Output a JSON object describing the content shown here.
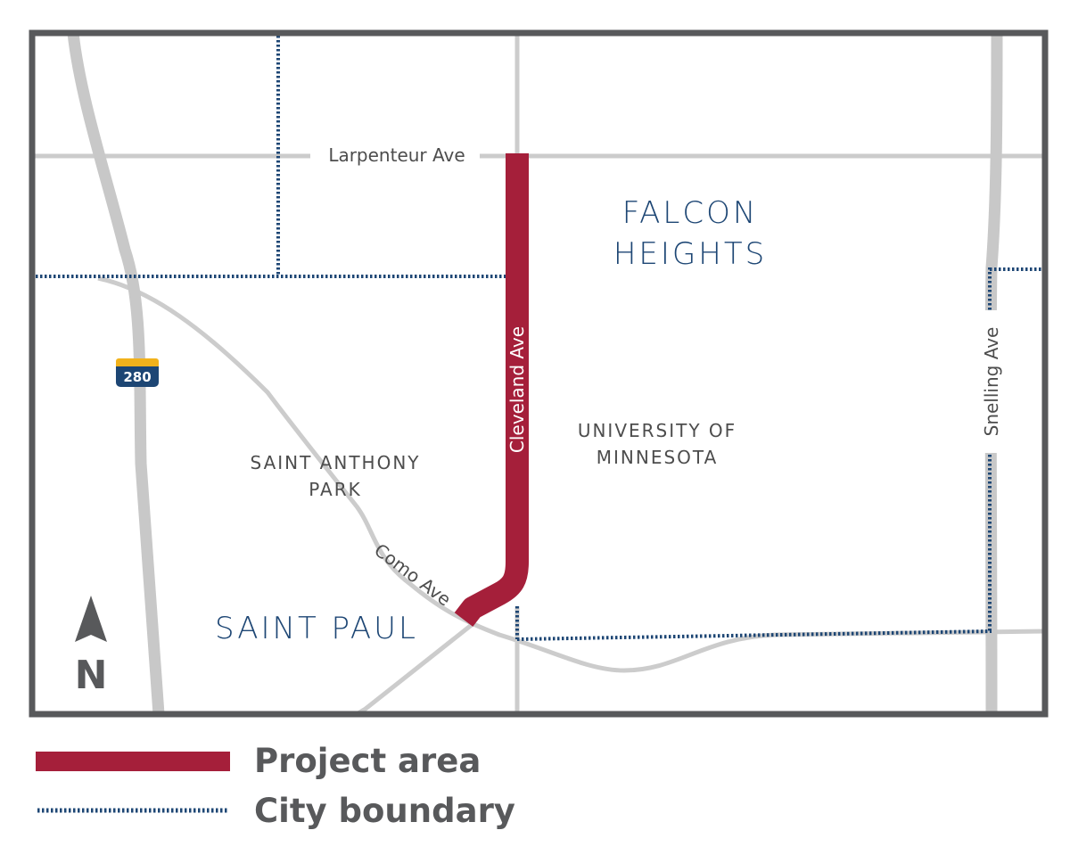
{
  "map": {
    "roads": {
      "larpenteur": "Larpenteur Ave",
      "cleveland": "Cleveland Ave",
      "snelling": "Snelling Ave",
      "como": "Como Ave",
      "interstate": "280"
    },
    "areas": {
      "falcon_heights_line1": "FALCON",
      "falcon_heights_line2": "HEIGHTS",
      "university_line1": "UNIVERSITY OF",
      "university_line2": "MINNESOTA",
      "saint_anthony_line1": "SAINT ANTHONY",
      "saint_anthony_line2": "PARK",
      "saint_paul": "SAINT PAUL"
    },
    "north_arrow": {
      "icon": "north-arrow-icon",
      "letter": "N"
    },
    "colors": {
      "project_area": "#a51f3a",
      "city_boundary": "#1d4674",
      "road": "#cccccc",
      "frame": "#58595b",
      "city_label": "#1d4674",
      "shield_blue": "#1d4674",
      "shield_gold": "#f2b21b"
    }
  },
  "legend": {
    "project_area_label": "Project area",
    "city_boundary_label": "City boundary"
  }
}
